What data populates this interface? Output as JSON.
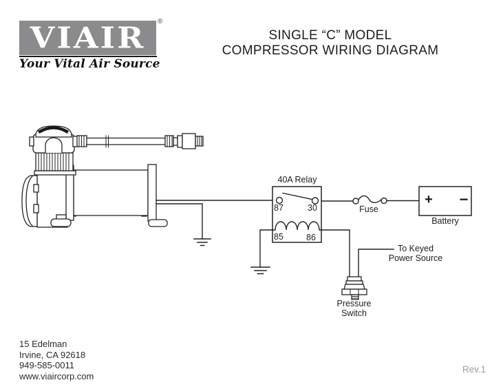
{
  "logo": {
    "brand": "VIAIR",
    "registered_mark": "®",
    "tagline": "Your Vital Air Source",
    "box_color": "#8b8b8e"
  },
  "title": {
    "line1": "SINGLE “C” MODEL",
    "line2": "COMPRESSOR WIRING DIAGRAM"
  },
  "diagram": {
    "relay": {
      "label": "40A Relay",
      "terminal_87": "87",
      "terminal_30": "30",
      "terminal_85": "85",
      "terminal_86": "86"
    },
    "fuse": {
      "label": "Fuse"
    },
    "battery": {
      "label": "Battery",
      "positive": "+",
      "negative": "−"
    },
    "keyed_power": {
      "line1": "To Keyed",
      "line2": "Power Source"
    },
    "pressure_switch": {
      "line1": "Pressure",
      "line2": "Switch"
    }
  },
  "footer": {
    "address_line1": "15 Edelman",
    "address_line2": "Irvine, CA 92618",
    "phone": "949-585-0011",
    "website": "www.viaircorp.com",
    "revision": "Rev.1"
  },
  "colors": {
    "line": "#222222",
    "logo_gray": "#8b8b8e",
    "revision_gray": "#9c9c9c"
  }
}
